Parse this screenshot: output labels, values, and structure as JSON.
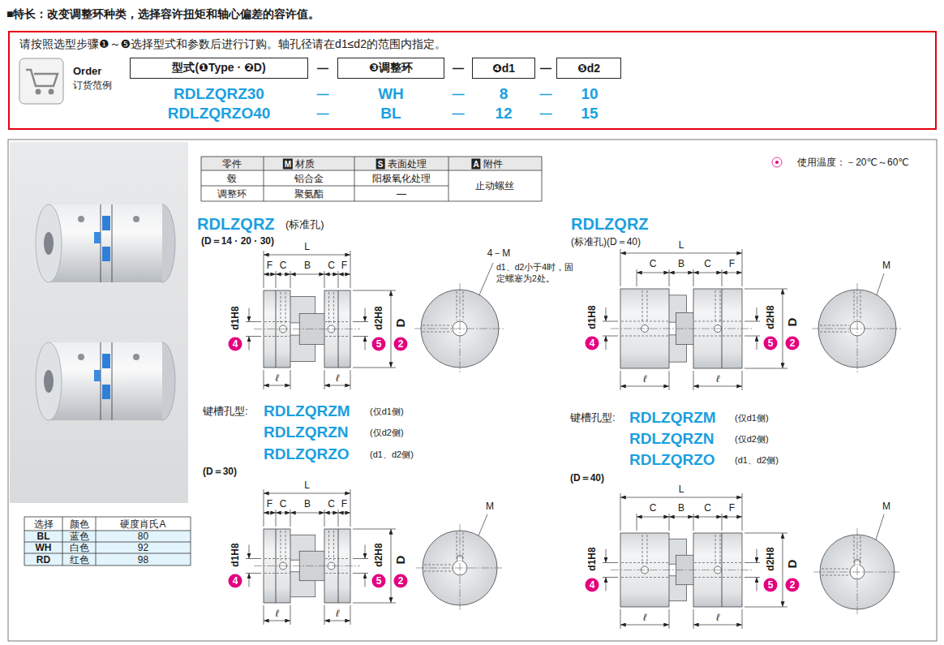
{
  "diagram": {
    "title": "■特长：改变调整环种类，选择容许扭矩和轴心偏差的容许值。",
    "nodes": [
      {
        "text": [
          "请按照选型步骤❶～❺选择型式和参数后进行订购。轴孔径请在d1≤d2的范围内指定。"
        ]
      },
      {
        "text": [
          "型式(❶Type · ❷D)"
        ],
        "in": 0
      },
      {
        "text": [
          "❸调整环"
        ],
        "in": 0
      },
      {
        "text": [
          "❹d1"
        ],
        "in": 0
      },
      {
        "text": [
          "❺d2"
        ],
        "in": 0
      }
    ],
    "labels": [
      "Order",
      "订货范例",
      "—",
      "—",
      "—",
      "RDLZQRZ30",
      "—",
      "WH",
      "—",
      "8",
      "—",
      "10",
      "RDLZQRZO40",
      "—",
      "BL",
      "—",
      "12",
      "—",
      "15",
      "零件",
      "M",
      "材质",
      "S",
      "表面处理",
      "A",
      "附件",
      "毂",
      "铝合金",
      "阳极氧化处理",
      "止动螺丝",
      "调整环",
      "聚氨酯",
      "—",
      "使用温度：－20℃～60℃",
      "RDLZQRZ",
      "(标准孔)",
      "(D＝14 · 20 · 30)",
      "RDLZQRZ",
      "(标准孔)(D＝40)",
      "键槽孔型:",
      "RDLZQRZM",
      "(仅d1侧)",
      "RDLZQRZN",
      "(仅d2侧)",
      "RDLZQRZO",
      "(d1、d2侧)",
      "(D＝30)",
      "键槽孔型:",
      "RDLZQRZM",
      "(仅d1侧)",
      "RDLZQRZN",
      "(仅d2侧)",
      "RDLZQRZO",
      "(d1、d2侧)",
      "(D＝40)",
      "选择",
      "颜色",
      "硬度肖氏A",
      "BL",
      "蓝色",
      "80",
      "WH",
      "白色",
      "92",
      "RD",
      "红色",
      "98",
      "L",
      "F",
      "C",
      "B",
      "C",
      "F",
      "ℓ",
      "ℓ",
      "4",
      "d1H8",
      "5",
      "d2H8",
      "2",
      "D",
      "4－M",
      "d1、d2小于4时，固定螺塞为2处。",
      "L",
      "C",
      "B",
      "C",
      "F",
      "ℓ",
      "ℓ",
      "4",
      "d1H8",
      "5",
      "d2H8",
      "2",
      "D",
      "M",
      "L",
      "F",
      "C",
      "B",
      "C",
      "F",
      "ℓ",
      "ℓ",
      "4",
      "d1H8",
      "5",
      "d2H8",
      "2",
      "D",
      "M",
      "L",
      "C",
      "B",
      "C",
      "F",
      "ℓ",
      "ℓ",
      "4",
      "d1H8",
      "5",
      "d2H8",
      "2",
      "D",
      "M"
    ]
  }
}
